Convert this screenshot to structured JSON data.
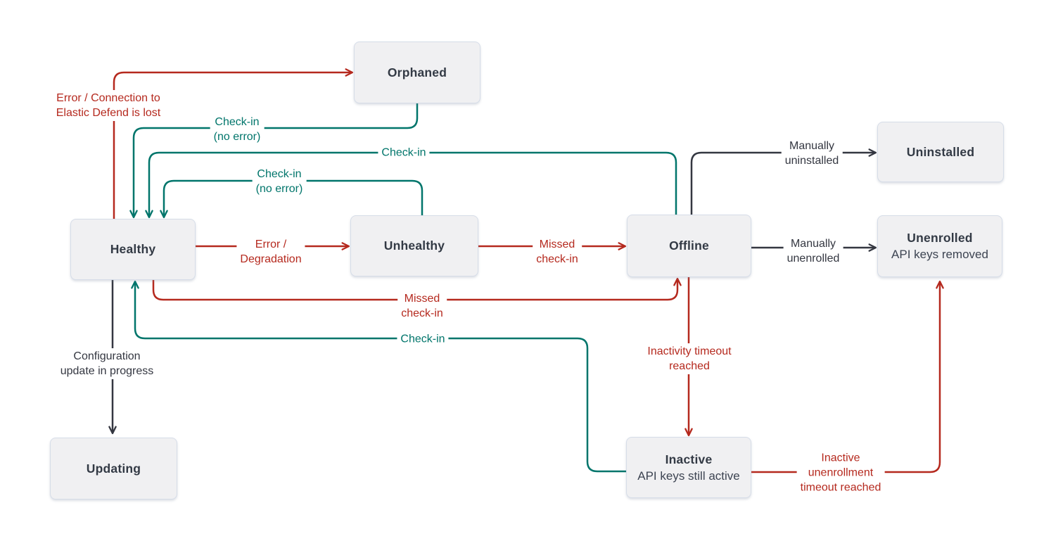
{
  "colors": {
    "red": "#b5291e",
    "teal": "#00756b",
    "dark": "#343741",
    "node_fill": "#f0f0f2",
    "node_border": "#d6dde8",
    "background": "#ffffff"
  },
  "nodes": {
    "orphaned": {
      "title": "Orphaned"
    },
    "uninstalled": {
      "title": "Uninstalled"
    },
    "healthy": {
      "title": "Healthy"
    },
    "unhealthy": {
      "title": "Unhealthy"
    },
    "offline": {
      "title": "Offline"
    },
    "unenrolled": {
      "title": "Unenrolled",
      "subtitle": "API keys removed"
    },
    "updating": {
      "title": "Updating"
    },
    "inactive": {
      "title": "Inactive",
      "subtitle": "API keys still active"
    }
  },
  "edges": {
    "error_connection": {
      "from": "Healthy",
      "to": "Orphaned",
      "color": "red",
      "label": "Error / Connection to\nElastic Defend is lost"
    },
    "checkin_no_error_1": {
      "from": "Orphaned",
      "to": "Healthy",
      "color": "teal",
      "label": "Check-in\n(no error)"
    },
    "checkin_offline": {
      "from": "Offline",
      "to": "Healthy",
      "color": "teal",
      "label": "Check-in"
    },
    "checkin_no_error_2": {
      "from": "Unhealthy",
      "to": "Healthy",
      "color": "teal",
      "label": "Check-in\n(no error)"
    },
    "error_degradation": {
      "from": "Healthy",
      "to": "Unhealthy",
      "color": "red",
      "label": "Error /\nDegradation"
    },
    "missed_checkin_a": {
      "from": "Unhealthy",
      "to": "Offline",
      "color": "red",
      "label": "Missed\ncheck-in"
    },
    "manually_uninstalled": {
      "from": "Offline",
      "to": "Uninstalled",
      "color": "dark",
      "label": "Manually\nuninstalled"
    },
    "manually_unenrolled": {
      "from": "Offline",
      "to": "Unenrolled",
      "color": "dark",
      "label": "Manually\nunenrolled"
    },
    "missed_checkin_b": {
      "from": "Healthy",
      "to": "Offline",
      "color": "red",
      "label": "Missed\ncheck-in"
    },
    "checkin_inactive": {
      "from": "Inactive",
      "to": "Healthy",
      "color": "teal",
      "label": "Check-in"
    },
    "config_update": {
      "from": "Healthy",
      "to": "Updating",
      "color": "dark",
      "label": "Configuration\nupdate in progress"
    },
    "inactivity_timeout": {
      "from": "Offline",
      "to": "Inactive",
      "color": "red",
      "label": "Inactivity timeout\nreached"
    },
    "inactive_unenrollment": {
      "from": "Inactive",
      "to": "Unenrolled",
      "color": "red",
      "label": "Inactive\nunenrollment\ntimeout reached"
    }
  }
}
